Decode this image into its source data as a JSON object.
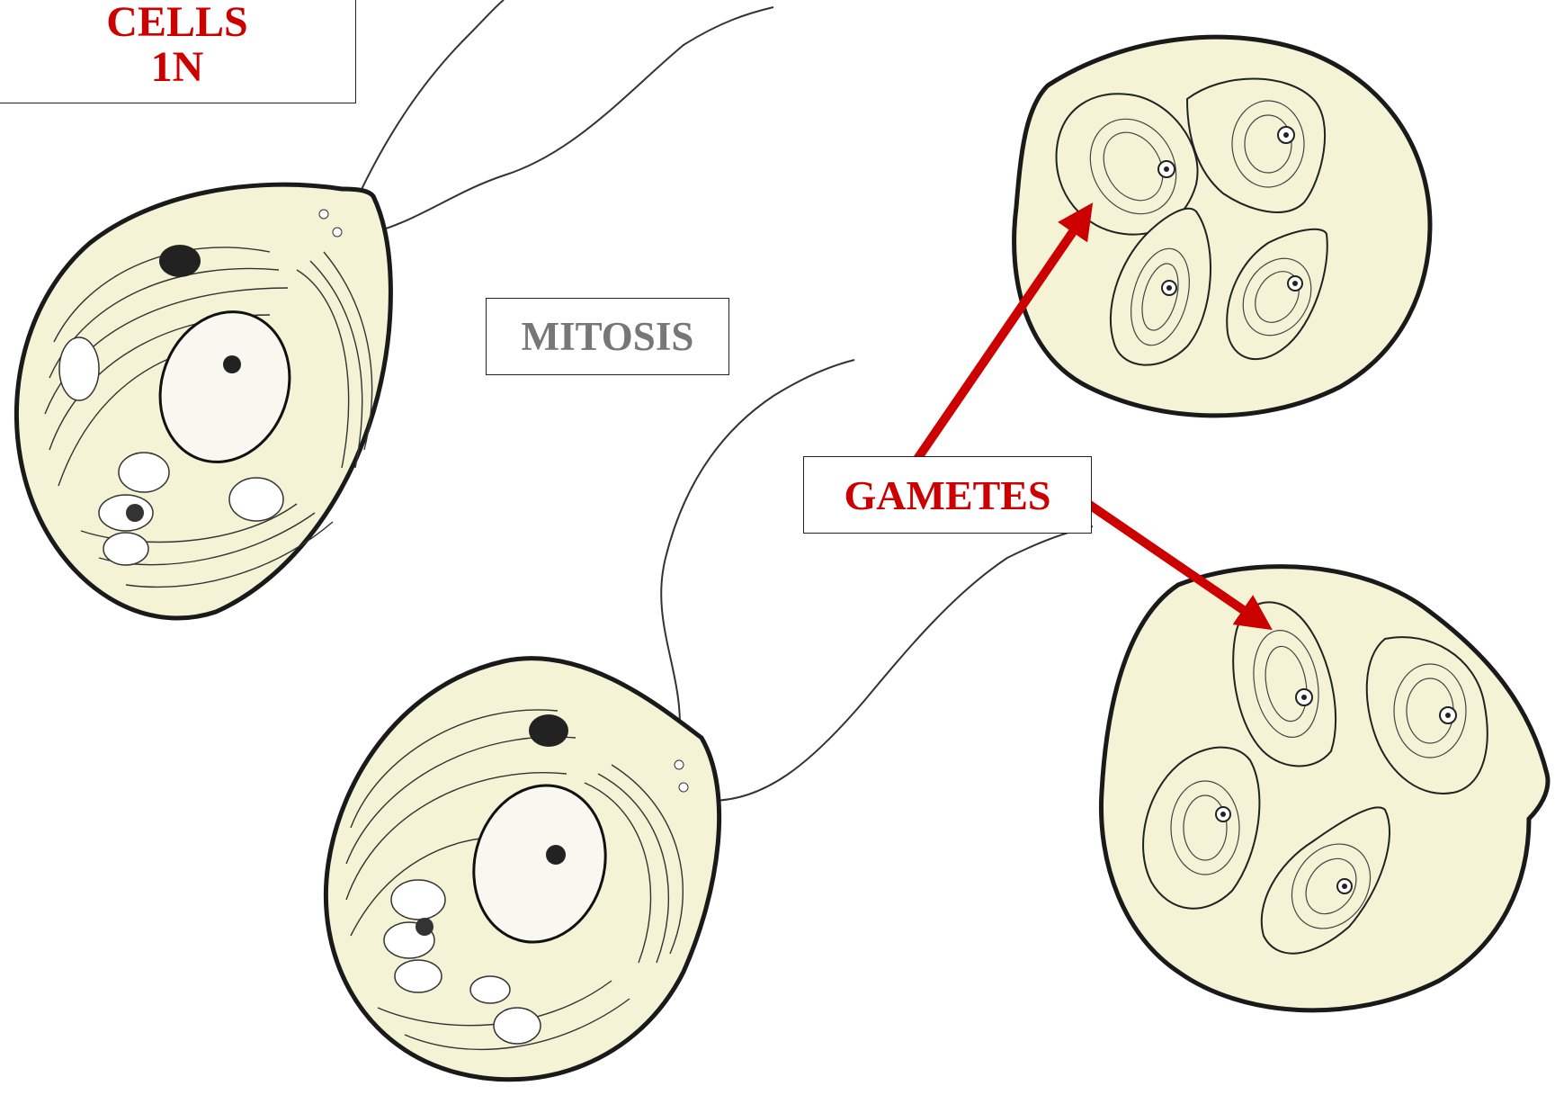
{
  "labels": {
    "cells_line1": "CELLS",
    "cells_line2": "1N",
    "mitosis": "MITOSIS",
    "gametes": "GAMETES"
  },
  "colors": {
    "cell_fill": "#f4f3d6",
    "outline": "#1a1a1a",
    "arrow": "#cc0000",
    "cells_text": "#cc0000",
    "mitosis_text": "#777777",
    "gametes_text": "#cc0000"
  },
  "icons": {
    "arrow": "red-arrow-icon",
    "cell": "flagellated-cell-icon"
  }
}
